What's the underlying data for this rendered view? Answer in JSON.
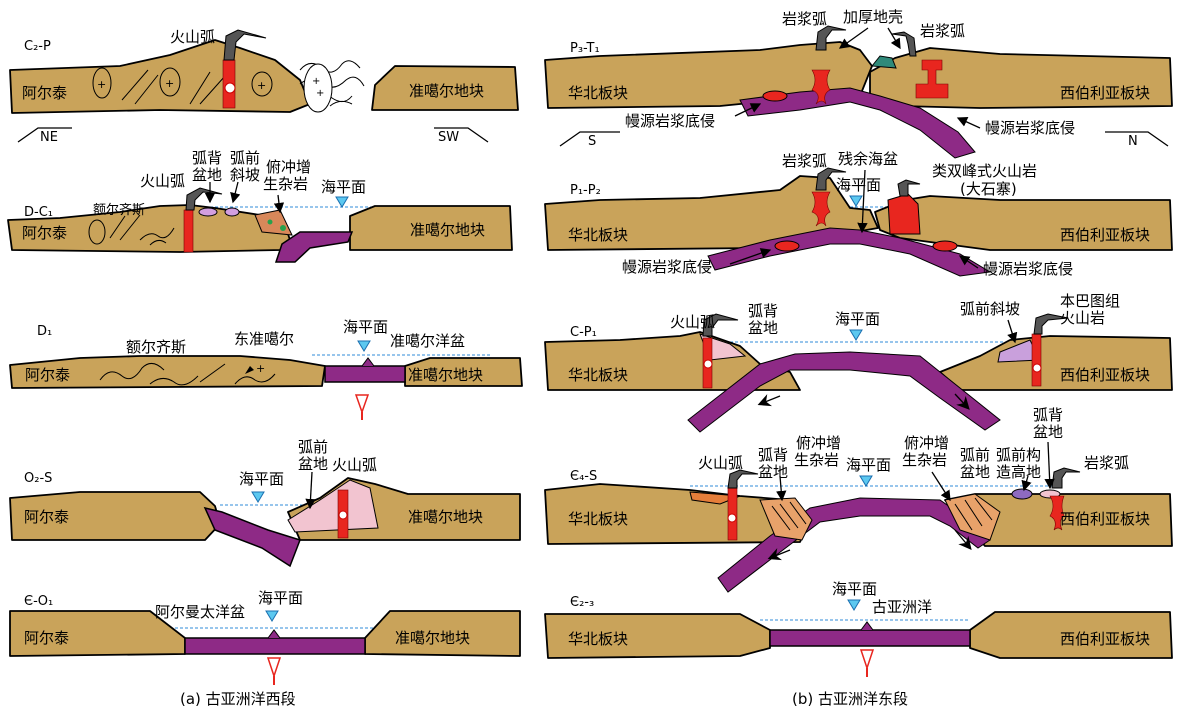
{
  "panel_a": {
    "caption": "(a) 古亚洲洋西段",
    "sections": [
      {
        "age": "C₂-P",
        "left_block": "阿尔泰",
        "right_block": "准噶尔地块",
        "labels": {
          "arc": "火山弧"
        },
        "dir_left": "NE",
        "dir_right": "SW"
      },
      {
        "age": "D-C₁",
        "left_block": "阿尔泰",
        "right_block": "准噶尔地块",
        "labels": {
          "ertix": "额尔齐斯",
          "arc": "火山弧",
          "backarc": "弧背盆地",
          "forearc": "弧前斜坡",
          "accretion": "俯冲增生杂岩",
          "sea": "海平面"
        }
      },
      {
        "age": "D₁",
        "left_block": "阿尔泰",
        "right_block": "准噶尔地块",
        "labels": {
          "ertix": "额尔齐斯",
          "east_junggar": "东准噶尔",
          "sea": "海平面",
          "basin": "准噶尔洋盆"
        }
      },
      {
        "age": "O₂-S",
        "left_block": "阿尔泰",
        "right_block": "准噶尔地块",
        "labels": {
          "sea": "海平面",
          "forearc_basin": "弧前盆地",
          "arc": "火山弧"
        }
      },
      {
        "age": "Є-O₁",
        "left_block": "阿尔泰",
        "right_block": "准噶尔地块",
        "labels": {
          "basin": "阿尔曼太洋盆",
          "sea": "海平面"
        }
      }
    ]
  },
  "panel_b": {
    "caption": "(b) 古亚洲洋东段",
    "sections": [
      {
        "age": "P₃-T₁",
        "left_block": "华北板块",
        "right_block": "西伯利亚板块",
        "labels": {
          "arc_l": "岩浆弧",
          "crust": "加厚地壳",
          "arc_r": "岩浆弧",
          "underplate_l": "幔源岩浆底侵",
          "underplate_r": "幔源岩浆底侵"
        },
        "dir_left": "S",
        "dir_right": "N"
      },
      {
        "age": "P₁-P₂",
        "left_block": "华北板块",
        "right_block": "西伯利亚板块",
        "labels": {
          "arc": "岩浆弧",
          "remnant": "残余海盆",
          "sea": "海平面",
          "bimodal": "类双峰式火山岩",
          "dashizhai": "(大石寨)",
          "underplate_l": "幔源岩浆底侵",
          "underplate_r": "幔源岩浆底侵"
        }
      },
      {
        "age": "C-P₁",
        "left_block": "华北板块",
        "right_block": "西伯利亚板块",
        "labels": {
          "arc": "火山弧",
          "backarc": "弧背盆地",
          "sea": "海平面",
          "forearc": "弧前斜坡",
          "benbatu": "本巴图组火山岩"
        }
      },
      {
        "age": "Є₄-S",
        "left_block": "华北板块",
        "right_block": "西伯利亚板块",
        "labels": {
          "arc": "火山弧",
          "backarc_l": "弧背盆地",
          "accretion_l": "俯冲增生杂岩",
          "sea": "海平面",
          "accretion_r": "俯冲增生杂岩",
          "forearc_basin": "弧前盆地",
          "forearc_high": "弧前构造高地",
          "backarc_r": "弧背盆地",
          "arc_r": "岩浆弧"
        }
      },
      {
        "age": "Є₂-₃",
        "left_block": "华北板块",
        "right_block": "西伯利亚板块",
        "labels": {
          "sea": "海平面",
          "ocean": "古亚洲洋"
        }
      }
    ]
  }
}
